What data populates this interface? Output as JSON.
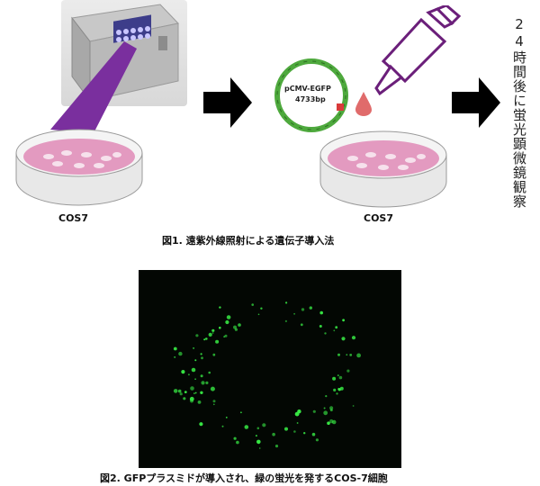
{
  "figure1": {
    "left_dish_label": "COS7",
    "right_dish_label": "COS7",
    "plasmid": {
      "name": "pCMV-EGFP",
      "size": "4733bp"
    },
    "vertical_text": "24時間後に蛍光顕微鏡観察",
    "caption": "図1. 遠紫外線照射による遺伝子導入法"
  },
  "figure2": {
    "caption": "図2. GFPプラスミドが導入され、緑の蛍光を発するCOS-7細胞"
  },
  "colors": {
    "uv_beam": "#7a2f9e",
    "dish_medium": "#e39ac0",
    "plasmid_ring": "#4ea93d",
    "pipette": "#6b1f7a",
    "drop": "#e06b6b",
    "gfp": "#37e844",
    "microscope_bg": "#030703",
    "arrow": "#000000"
  },
  "icons": [
    "uv-lamp-device",
    "petri-dish",
    "arrow-right",
    "plasmid-map",
    "pipette",
    "droplet"
  ]
}
